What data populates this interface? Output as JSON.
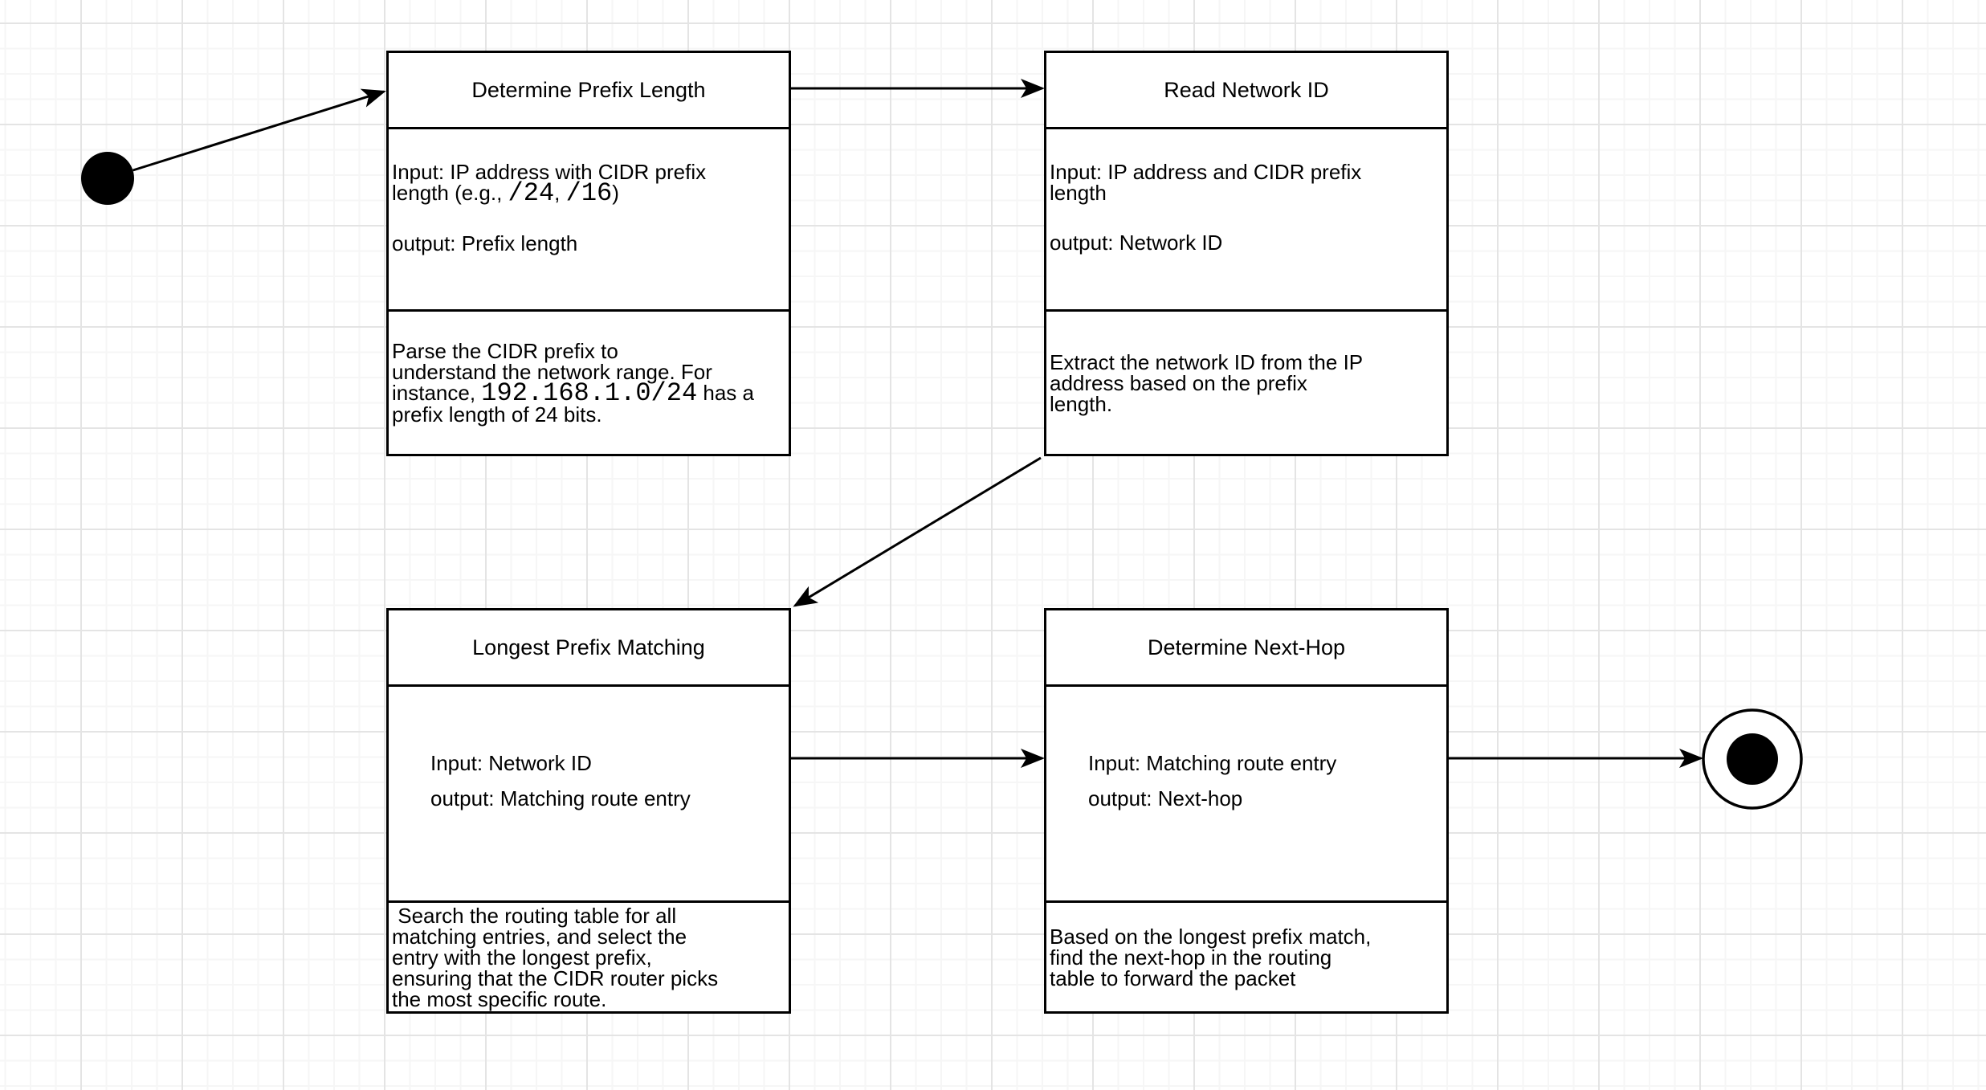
{
  "canvas": {
    "background_color": "#ffffff",
    "grid_minor_color": "#f6f6f6",
    "grid_major_color": "#e4e4e4",
    "line_color": "#000000"
  },
  "terminals": {
    "initial_node": "start",
    "final_node": "end"
  },
  "connections": [
    {
      "from": "start",
      "to": "Determine Prefix Length"
    },
    {
      "from": "Determine Prefix Length",
      "to": "Read Network ID"
    },
    {
      "from": "Read Network ID",
      "to": "Longest Prefix Matching"
    },
    {
      "from": "Longest Prefix Matching",
      "to": "Determine Next-Hop"
    },
    {
      "from": "Determine Next-Hop",
      "to": "end"
    }
  ],
  "nodes": [
    {
      "title": "Determine Prefix Length",
      "input_l1": "Input: IP address with CIDR prefix",
      "input_l2_pre": "length (e.g., ",
      "input_l2_mono1": "/24",
      "input_l2_mid": ", ",
      "input_l2_mono2": "/16",
      "input_l2_post": ")",
      "output": "output: Prefix length",
      "desc_l1": "Parse the CIDR prefix to",
      "desc_l2": "understand the network range. For",
      "desc_l3_pre": "instance, ",
      "desc_l3_mono": "192.168.1.0/24",
      "desc_l3_post": " has a",
      "desc_l4": "prefix length of 24 bits."
    },
    {
      "title": "Read Network ID",
      "input_l1": "Input: IP address and CIDR prefix",
      "input_l2": "length",
      "output": "output: Network ID",
      "desc_l1": "Extract the network ID from the IP",
      "desc_l2": "address based on the prefix",
      "desc_l3": "length."
    },
    {
      "title": "Longest Prefix Matching",
      "input": "Input: Network ID",
      "output": "output: Matching route entry",
      "desc_l1": " Search the routing table for all",
      "desc_l2": "matching entries, and select the",
      "desc_l3": "entry with the longest prefix,",
      "desc_l4": "ensuring that the CIDR router picks",
      "desc_l5": "the most specific route."
    },
    {
      "title": "Determine Next-Hop",
      "input": "Input: Matching route entry",
      "output": "output: Next-hop",
      "desc_l1": "Based on the longest prefix match,",
      "desc_l2": "find the next-hop in the routing",
      "desc_l3": "table to forward the packet"
    }
  ]
}
